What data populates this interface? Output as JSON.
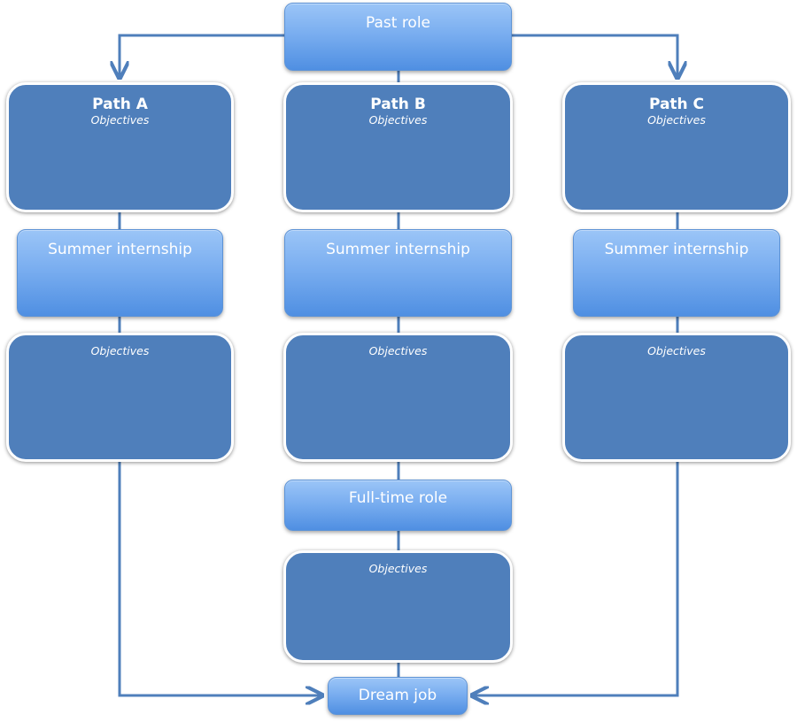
{
  "top": {
    "label": "Past role"
  },
  "paths": [
    {
      "title": "Path A",
      "objectives": "Objectives",
      "internship": "Summer internship",
      "objectives2": "Objectives"
    },
    {
      "title": "Path B",
      "objectives": "Objectives",
      "internship": "Summer internship",
      "objectives2": "Objectives",
      "fulltime": "Full-time role",
      "objectives3": "Objectives"
    },
    {
      "title": "Path C",
      "objectives": "Objectives",
      "internship": "Summer internship",
      "objectives2": "Objectives"
    }
  ],
  "bottom": {
    "label": "Dream job"
  },
  "colors": {
    "connector": "#4f7fbb",
    "card": "#4f7fbb",
    "pill_top": "#9bc5f7",
    "pill_bottom": "#4f8fe2"
  }
}
